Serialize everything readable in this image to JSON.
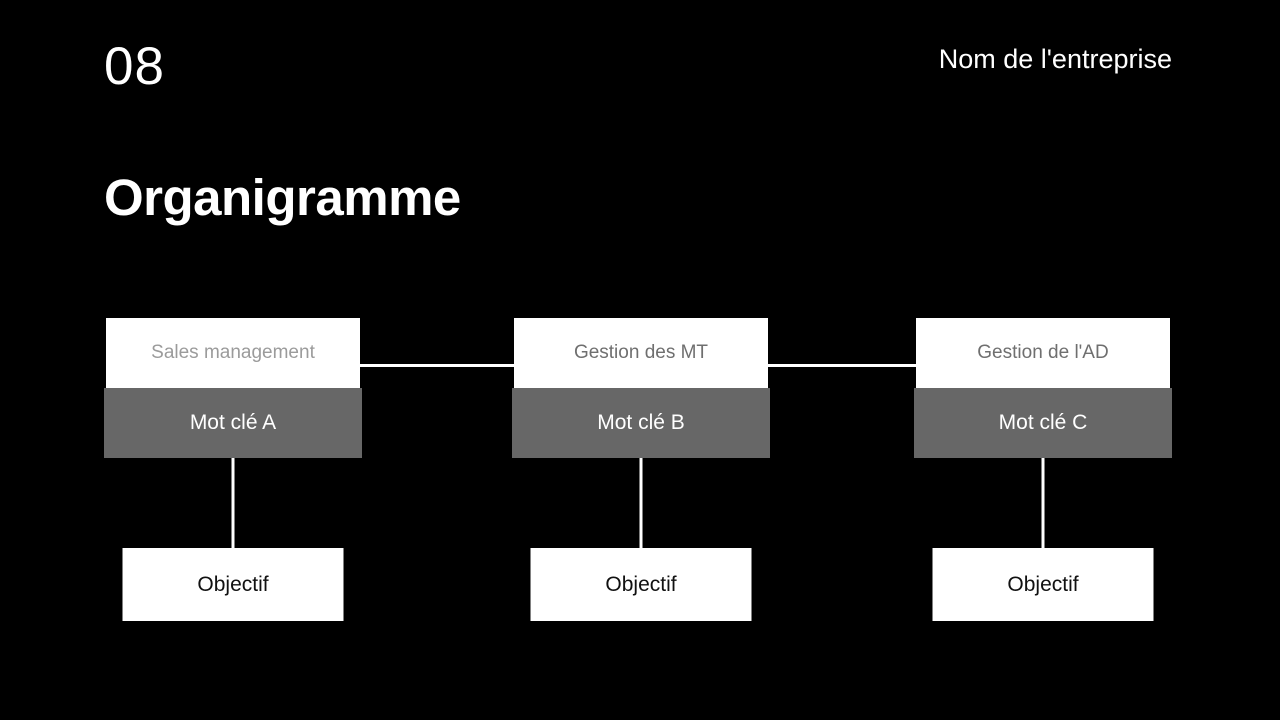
{
  "slide": {
    "page_number": "08",
    "company_name": "Nom de l'entreprise",
    "title": "Organigramme"
  },
  "org_chart": {
    "columns": [
      {
        "department": "Sales management",
        "keyword": "Mot clé A",
        "objective": "Objectif"
      },
      {
        "department": "Gestion des MT",
        "keyword": "Mot clé B",
        "objective": "Objectif"
      },
      {
        "department": "Gestion de l'AD",
        "keyword": "Mot clé C",
        "objective": "Objectif"
      }
    ]
  },
  "colors": {
    "background": "#000000",
    "box_white": "#ffffff",
    "keyword_gray": "#676767",
    "placeholder_text": "#9b9b9b",
    "department_text": "#6f6f6f",
    "objective_text": "#111111",
    "connector_line": "#ffffff",
    "heading_text": "#ffffff"
  }
}
